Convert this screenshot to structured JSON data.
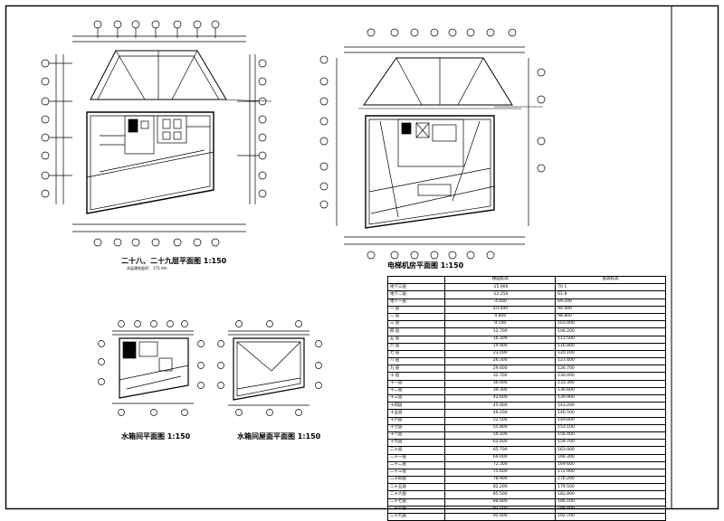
{
  "drawings": {
    "plan_28_29": {
      "title": "二十八、二十九层平面图  1:150",
      "area_note": "本层建筑面积：  571.9m"
    },
    "machine_room": {
      "title": "电梯机房平面图  1:150"
    },
    "water_tank": {
      "title": "水箱间平面图  1:150"
    },
    "tank_roof": {
      "title": "水箱间屋面平面图  1:150"
    }
  },
  "elevation_table": {
    "headers": [
      "",
      "楼面标高",
      "层高标高"
    ],
    "rows": [
      [
        "地下三层",
        "-15.900",
        "70.1"
      ],
      [
        "地下二层",
        "-12.250",
        "61.8"
      ],
      [
        "地下一层",
        "-4.000",
        "69.200"
      ],
      [
        "一 层",
        "±0.000",
        "94.000"
      ],
      [
        "二 层",
        "4.800",
        "98.800"
      ],
      [
        "三 层",
        "9.140",
        "103.400"
      ],
      [
        "四 层",
        "12.700",
        "106.200"
      ],
      [
        "五 层",
        "16.300",
        "113.500"
      ],
      [
        "六 层",
        "19.900",
        "116.800"
      ],
      [
        "七 层",
        "23.000",
        "120.100"
      ],
      [
        "八 层",
        "26.300",
        "123.400"
      ],
      [
        "九 层",
        "29.600",
        "126.700"
      ],
      [
        "十 层",
        "32.700",
        "130.000"
      ],
      [
        "十一层",
        "36.000",
        "133.300"
      ],
      [
        "十二层",
        "39.300",
        "136.600"
      ],
      [
        "十三层",
        "42.600",
        "139.900"
      ],
      [
        "十四层",
        "45.900",
        "143.200"
      ],
      [
        "十五层",
        "49.200",
        "146.500"
      ],
      [
        "十六层",
        "52.500",
        "149.800"
      ],
      [
        "十七层",
        "55.800",
        "153.100"
      ],
      [
        "十八层",
        "59.100",
        "156.400"
      ],
      [
        "十九层",
        "62.400",
        "159.700"
      ],
      [
        "二十层",
        "65.700",
        "163.000"
      ],
      [
        "二十一层",
        "69.000",
        "166.300"
      ],
      [
        "二十二层",
        "72.300",
        "169.600"
      ],
      [
        "二十三层",
        "75.600",
        "172.900"
      ],
      [
        "二十四层",
        "78.900",
        "176.200"
      ],
      [
        "二十五层",
        "82.200",
        "179.500"
      ],
      [
        "二十六层",
        "85.500",
        "182.800"
      ],
      [
        "二十七层",
        "88.800",
        "186.100"
      ],
      [
        "二十八层",
        "92.100",
        "189.400"
      ],
      [
        "二十九层",
        "95.400",
        "192.700"
      ]
    ]
  }
}
